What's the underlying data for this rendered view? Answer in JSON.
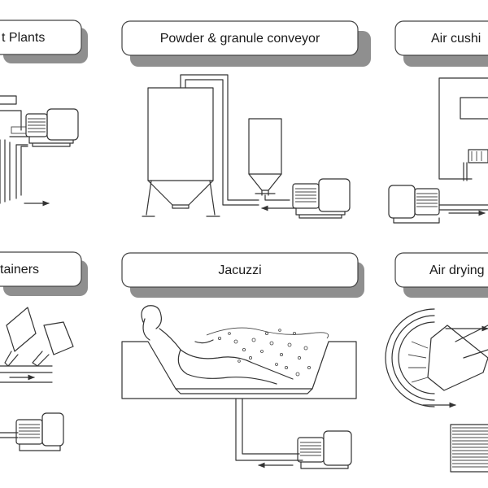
{
  "panels": {
    "top_left": "t Plants",
    "top_center": "Powder & granule conveyor",
    "top_right": "Air cushi",
    "bottom_left": "tainers",
    "bottom_center": "Jacuzzi",
    "bottom_right": "Air drying"
  },
  "icons": [
    "blower",
    "silo",
    "hopper",
    "press",
    "bottle",
    "bathtub",
    "bather",
    "nozzle",
    "filter"
  ]
}
